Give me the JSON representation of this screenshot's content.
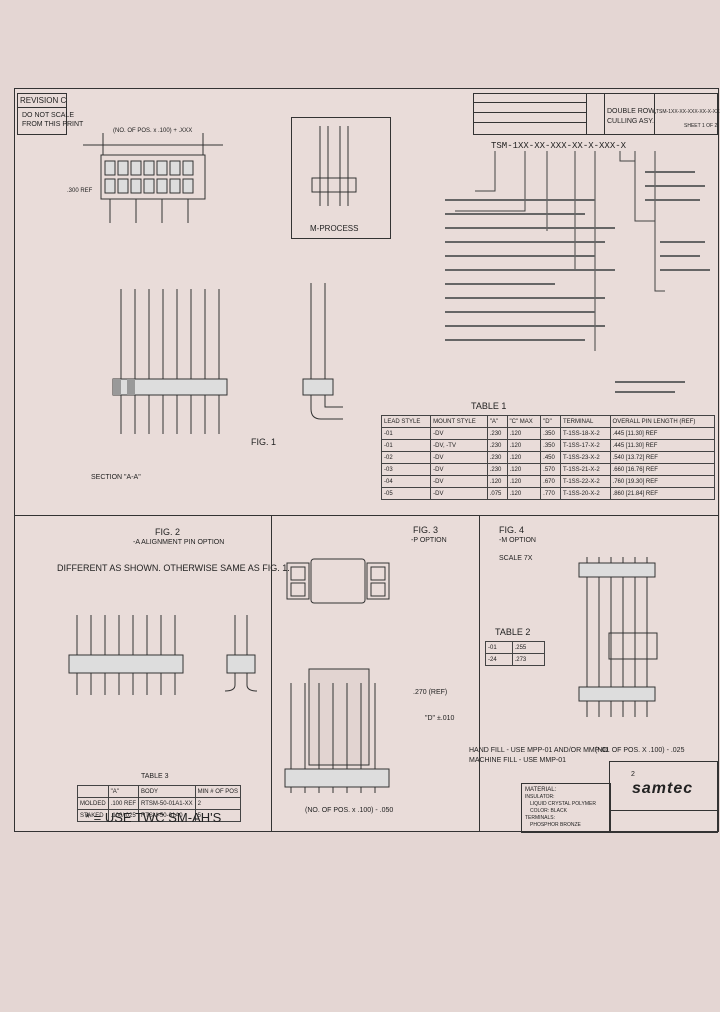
{
  "revision": {
    "label": "REVISION C",
    "note_line1": "DO NOT SCALE",
    "note_line2": "FROM THIS PRINT"
  },
  "title_block": {
    "description_line1": "DOUBLE ROW,",
    "description_line2": "CULLING ASY.",
    "drawing_no": "TSM-1XX-XX-XXX-XX-X-XXX-X",
    "sheet": "SHEET 1 OF 2",
    "part_string": "TSM-1XX-XX-XXX-XX-X-XXX-X",
    "company": "samtec"
  },
  "fig1": {
    "caption": "FIG. 1",
    "section": "SECTION \"A-A\"",
    "pos_note": "(NO. OF POS. x .100) + .XXX",
    "dim_ref": ".300 REF",
    "m_process": "M-PROCESS"
  },
  "table1": {
    "caption": "TABLE 1",
    "headers": [
      "LEAD STYLE",
      "MOUNT STYLE",
      "\"A\"",
      "\"C\" MAX",
      "\"D\"",
      "TERMINAL",
      "OVERALL PIN LENGTH (REF)"
    ],
    "rows": [
      [
        "-01",
        "-DV",
        ".230",
        ".120",
        ".350",
        "T-1SS-18-X-2",
        ".445 [11.30] REF"
      ],
      [
        "-01",
        "-DV, -TV",
        ".230",
        ".120",
        ".350",
        "T-1SS-17-X-2",
        ".445 [11.30] REF"
      ],
      [
        "-02",
        "-DV",
        ".230",
        ".120",
        ".450",
        "T-1SS-23-X-2",
        ".540 [13.72] REF"
      ],
      [
        "-03",
        "-DV",
        ".230",
        ".120",
        ".570",
        "T-1SS-21-X-2",
        ".660 [16.76] REF"
      ],
      [
        "-04",
        "-DV",
        ".120",
        ".120",
        ".670",
        "T-1SS-22-X-2",
        ".760 [19.30] REF"
      ],
      [
        "-05",
        "-DV",
        ".075",
        ".120",
        ".770",
        "T-1SS-20-X-2",
        ".860 [21.84] REF"
      ]
    ]
  },
  "fig2": {
    "caption": "FIG. 2",
    "subtitle": "-A ALIGNMENT PIN OPTION",
    "note": "DIFFERENT AS SHOWN. OTHERWISE SAME AS FIG. 1."
  },
  "table3": {
    "caption": "TABLE 3",
    "headers": [
      "",
      "\"A\"",
      "BODY",
      "MIN # OF POS"
    ],
    "rows": [
      [
        "MOLDED",
        ".100 REF",
        "RTSM-50-01A1-XX",
        "2"
      ],
      [
        "STAKED",
        ".100/.025",
        "RTSM-50-01A0",
        "5"
      ]
    ]
  },
  "footnote": "* = USE TWC SM-AH'S",
  "fig3": {
    "caption": "FIG. 3",
    "subtitle": "-P OPTION",
    "dim": ".270 (REF)",
    "d_dim": "\"D\" ±.010",
    "pos_note": "(NO. OF POS. x .100) - .050"
  },
  "fig4": {
    "caption": "FIG. 4",
    "subtitle": "-M OPTION",
    "scale": "SCALE 7X"
  },
  "table2": {
    "caption": "TABLE 2",
    "rows": [
      [
        "-01",
        ".255"
      ],
      [
        "-24",
        ".273"
      ]
    ]
  },
  "fig4_notes": {
    "line1": "HAND FILL - USE MPP-01 AND/OR MMP-01",
    "line2": "MACHINE FILL - USE MMP-01",
    "pos_note": "(NO. OF POS. X .100) - .025"
  },
  "materials": {
    "title": "MATERIAL:",
    "items": [
      "INSULATOR:",
      "LIQUID CRYSTAL POLYMER",
      "COLOR: BLACK",
      "TERMINALS:",
      "PHOSPHOR BRONZE"
    ]
  },
  "page_number": "2"
}
